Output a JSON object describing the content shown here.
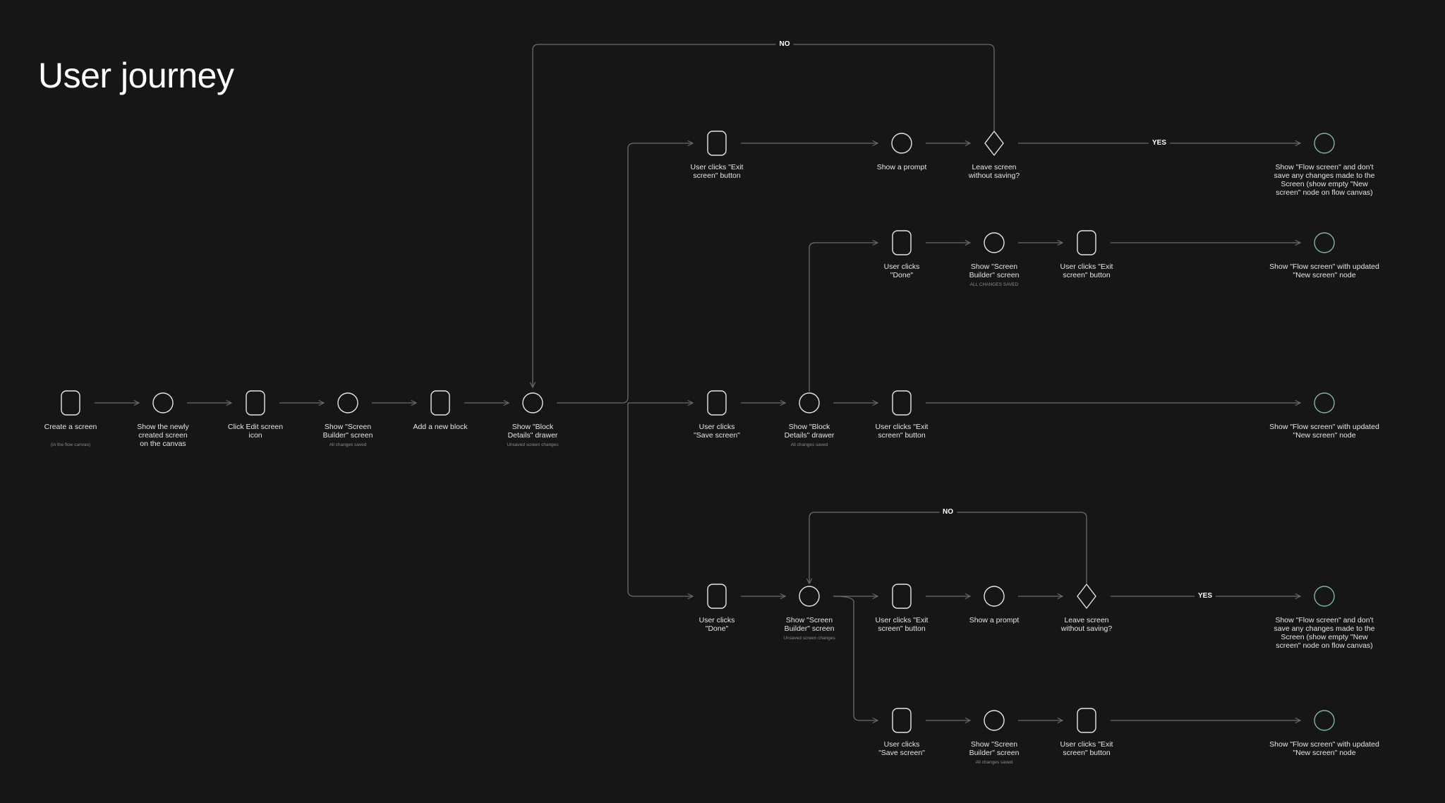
{
  "title": "User journey",
  "colors": {
    "background": "#161616",
    "node_stroke": "#e6e6e6",
    "end_node_stroke": "#7fb59d",
    "edge": "#6b6b6b",
    "text": "#e6e6e6",
    "subtext": "#8a8a8a"
  },
  "nodes": [
    {
      "id": "create",
      "shape": "rounded-rect",
      "label": "Create a screen",
      "sub": "(in the flow canvas)"
    },
    {
      "id": "show_new",
      "shape": "circle",
      "label": "Show the newly created screen on the canvas",
      "sub": ""
    },
    {
      "id": "click_edit",
      "shape": "rounded-rect",
      "label": "Click Edit screen icon",
      "sub": ""
    },
    {
      "id": "show_builder",
      "shape": "circle",
      "label": "Show \"Screen Builder\" screen",
      "sub": "All changes saved"
    },
    {
      "id": "add_block",
      "shape": "rounded-rect",
      "label": "Add a new block",
      "sub": ""
    },
    {
      "id": "show_block_details",
      "shape": "circle",
      "label": "Show \"Block Details\" drawer",
      "sub": "Unsaved screen changes"
    },
    {
      "id": "r1_exit",
      "shape": "rounded-rect",
      "label": "User clicks \"Exit screen\" button",
      "sub": ""
    },
    {
      "id": "r1_prompt",
      "shape": "circle",
      "label": "Show a prompt",
      "sub": ""
    },
    {
      "id": "r1_leave",
      "shape": "diamond",
      "label": "Leave screen without saving?",
      "sub": ""
    },
    {
      "id": "r1_end",
      "shape": "end-circle",
      "label": "Show \"Flow screen\" and don't save any changes made to the Screen (show empty \"New screen\" node on flow canvas)",
      "sub": ""
    },
    {
      "id": "r2_done",
      "shape": "rounded-rect",
      "label": "User clicks \"Done\"",
      "sub": ""
    },
    {
      "id": "r2_builder",
      "shape": "circle",
      "label": "Show \"Screen Builder\" screen",
      "sub": "ALL CHANGES SAVED"
    },
    {
      "id": "r2_exit",
      "shape": "rounded-rect",
      "label": "User clicks \"Exit screen\" button",
      "sub": ""
    },
    {
      "id": "r2_end",
      "shape": "end-circle",
      "label": "Show \"Flow screen\" with updated \"New screen\" node",
      "sub": ""
    },
    {
      "id": "r3_save",
      "shape": "rounded-rect",
      "label": "User clicks \"Save screen\"",
      "sub": ""
    },
    {
      "id": "r3_block",
      "shape": "circle",
      "label": "Show \"Block Details\" drawer",
      "sub": "All changes saved"
    },
    {
      "id": "r3_exit",
      "shape": "rounded-rect",
      "label": "User clicks \"Exit screen\" button",
      "sub": ""
    },
    {
      "id": "r3_end",
      "shape": "end-circle",
      "label": "Show \"Flow screen\" with updated \"New screen\" node",
      "sub": ""
    },
    {
      "id": "r4_done",
      "shape": "rounded-rect",
      "label": "User clicks \"Done\"",
      "sub": ""
    },
    {
      "id": "r4_builder",
      "shape": "circle",
      "label": "Show \"Screen Builder\" screen",
      "sub": "Unsaved screen changes"
    },
    {
      "id": "r4_exit",
      "shape": "rounded-rect",
      "label": "User clicks \"Exit screen\" button",
      "sub": ""
    },
    {
      "id": "r4_prompt",
      "shape": "circle",
      "label": "Show a prompt",
      "sub": ""
    },
    {
      "id": "r4_leave",
      "shape": "diamond",
      "label": "Leave screen without saving?",
      "sub": ""
    },
    {
      "id": "r4_end",
      "shape": "end-circle",
      "label": "Show \"Flow screen\" and don't save any changes made to the Screen (show empty \"New screen\" node on flow canvas)",
      "sub": ""
    },
    {
      "id": "r5_save",
      "shape": "rounded-rect",
      "label": "User clicks \"Save screen\"",
      "sub": ""
    },
    {
      "id": "r5_builder",
      "shape": "circle",
      "label": "Show \"Screen Builder\" screen",
      "sub": "All changes saved"
    },
    {
      "id": "r5_exit",
      "shape": "rounded-rect",
      "label": "User clicks \"Exit screen\" button",
      "sub": ""
    },
    {
      "id": "r5_end",
      "shape": "end-circle",
      "label": "Show \"Flow screen\" with updated \"New screen\" node",
      "sub": ""
    }
  ],
  "edge_labels": {
    "no_top": "NO",
    "yes_top": "YES",
    "no_bottom": "NO",
    "yes_bottom": "YES"
  }
}
